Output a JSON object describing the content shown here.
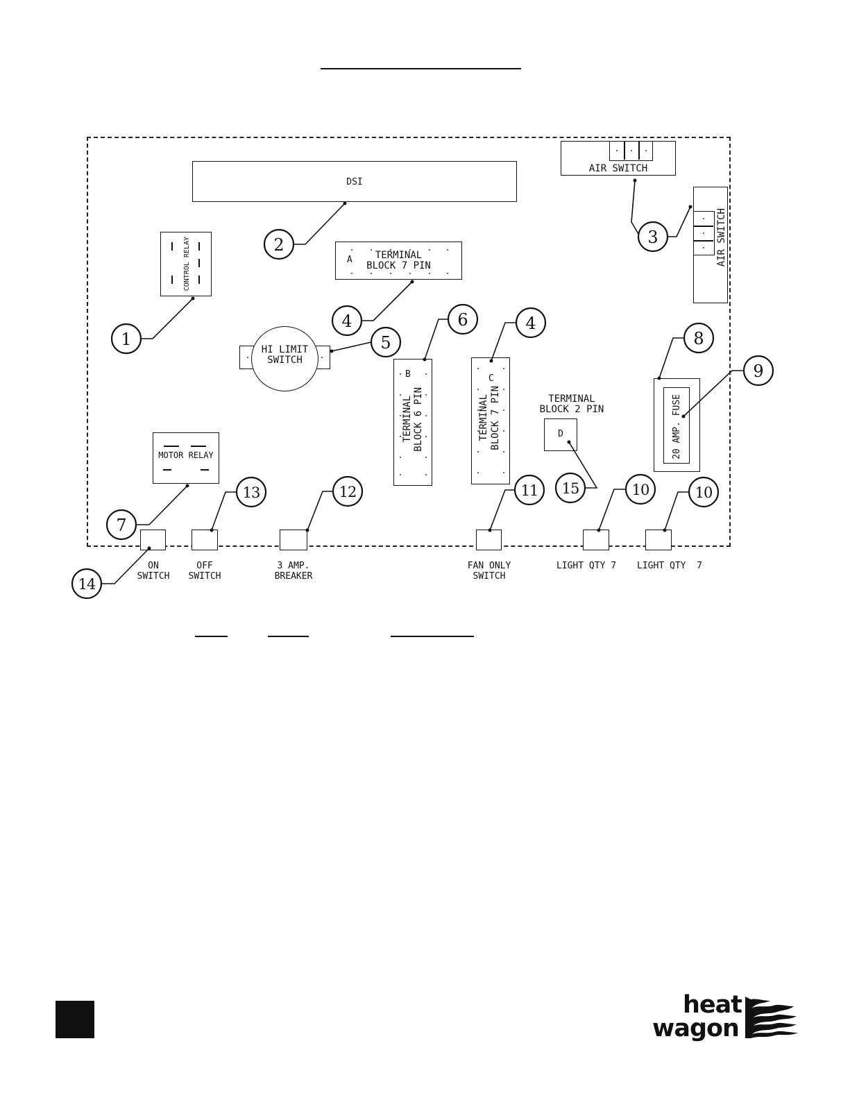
{
  "components": {
    "dsi": "DSI",
    "air_switch_top": "AIR SWITCH",
    "air_switch_right": "AIR SWITCH",
    "control_relay": "CONTROL RELAY",
    "terminal_block_a": {
      "letter": "A",
      "line1": "TERMINAL",
      "line2": "BLOCK 7 PIN"
    },
    "hi_limit_switch": {
      "line1": "HI LIMIT",
      "line2": "SWITCH"
    },
    "terminal_block_b": {
      "letter": "B",
      "line1": "TERMINAL",
      "line2": "BLOCK 6 PIN"
    },
    "terminal_block_c": {
      "letter": "C",
      "line1": "TERMINAL",
      "line2": "BLOCK 7 PIN"
    },
    "terminal_block_d": {
      "letter": "D",
      "line1": "TERMINAL",
      "line2": "BLOCK 2 PIN"
    },
    "fuse": "20 AMP. FUSE",
    "motor_relay": "MOTOR RELAY"
  },
  "bottom_labels": {
    "on_switch": {
      "line1": "ON",
      "line2": "SWITCH"
    },
    "off_switch": {
      "line1": "OFF",
      "line2": "SWITCH"
    },
    "breaker": {
      "line1": "3 AMP.",
      "line2": "BREAKER"
    },
    "fan_only": {
      "line1": "FAN ONLY",
      "line2": "SWITCH"
    },
    "light_1": "LIGHT QTY 7",
    "light_2": "LIGHT QTY  7"
  },
  "callouts": {
    "c1": "1",
    "c2": "2",
    "c3": "3",
    "c4a": "4",
    "c4b": "4",
    "c5": "5",
    "c6": "6",
    "c7": "7",
    "c8": "8",
    "c9": "9",
    "c10a": "10",
    "c10b": "10",
    "c11": "11",
    "c12": "12",
    "c13": "13",
    "c14": "14",
    "c15": "15"
  },
  "brand": {
    "line1": "heat",
    "line2": "wagon"
  }
}
